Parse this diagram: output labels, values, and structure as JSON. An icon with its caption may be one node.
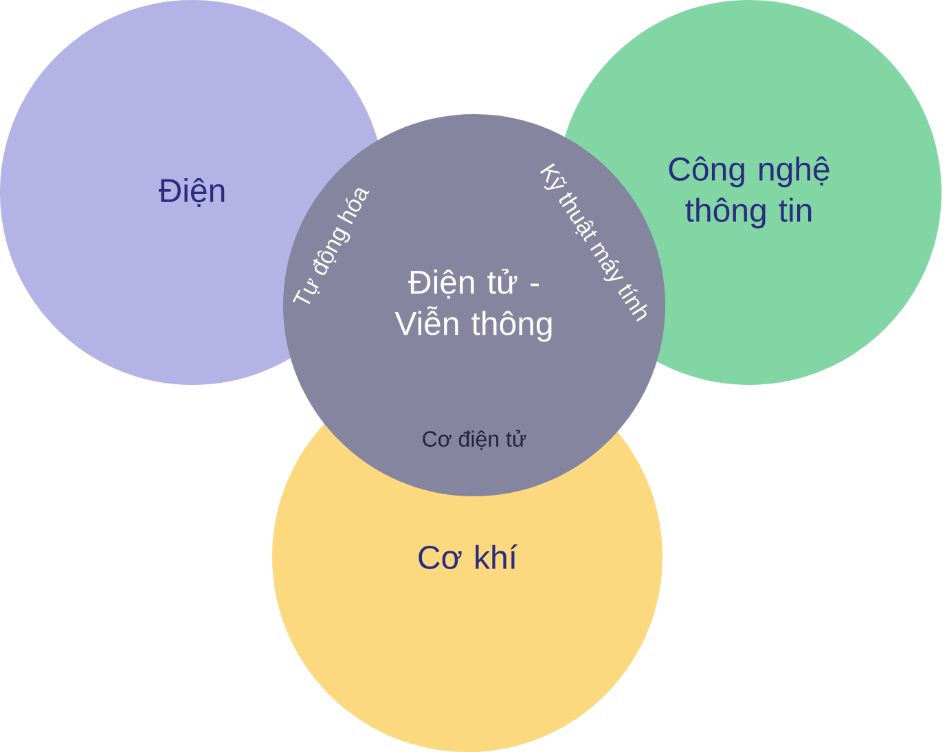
{
  "diagram": {
    "nodes": [
      {
        "text": [
          "Điện"
        ]
      },
      {
        "text": [
          "Điện tử - Viễn thông"
        ]
      },
      {
        "text": [
          "Công nghệ thông tin"
        ]
      },
      {
        "text": [
          "Cơ khí"
        ]
      }
    ],
    "labels": [
      "Tự động hóa",
      "Kỹ thuật máy tính",
      "Cơ điện tử"
    ]
  }
}
